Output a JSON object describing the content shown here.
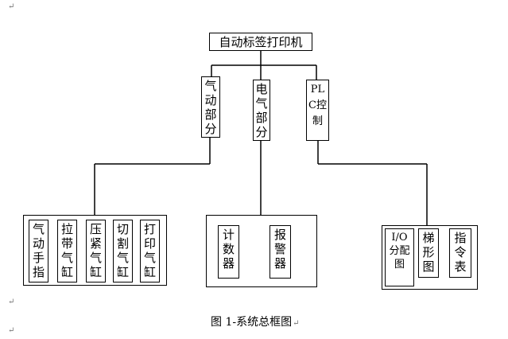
{
  "diagram": {
    "root": {
      "label": "自动标签打印机"
    },
    "branches": [
      {
        "label": "气动部分",
        "children": [
          "气动手指",
          "拉带气缸",
          "压紧气缸",
          "切割气缸",
          "打印气缸"
        ]
      },
      {
        "label": "电气部分",
        "children": [
          "计数器",
          "报警器"
        ]
      },
      {
        "label": "PLC控制",
        "children": [
          "I/O分配图",
          "梯形图",
          "指令表"
        ]
      }
    ],
    "caption": "图 1-系统总框图"
  },
  "marks": {
    "return": "↵"
  }
}
